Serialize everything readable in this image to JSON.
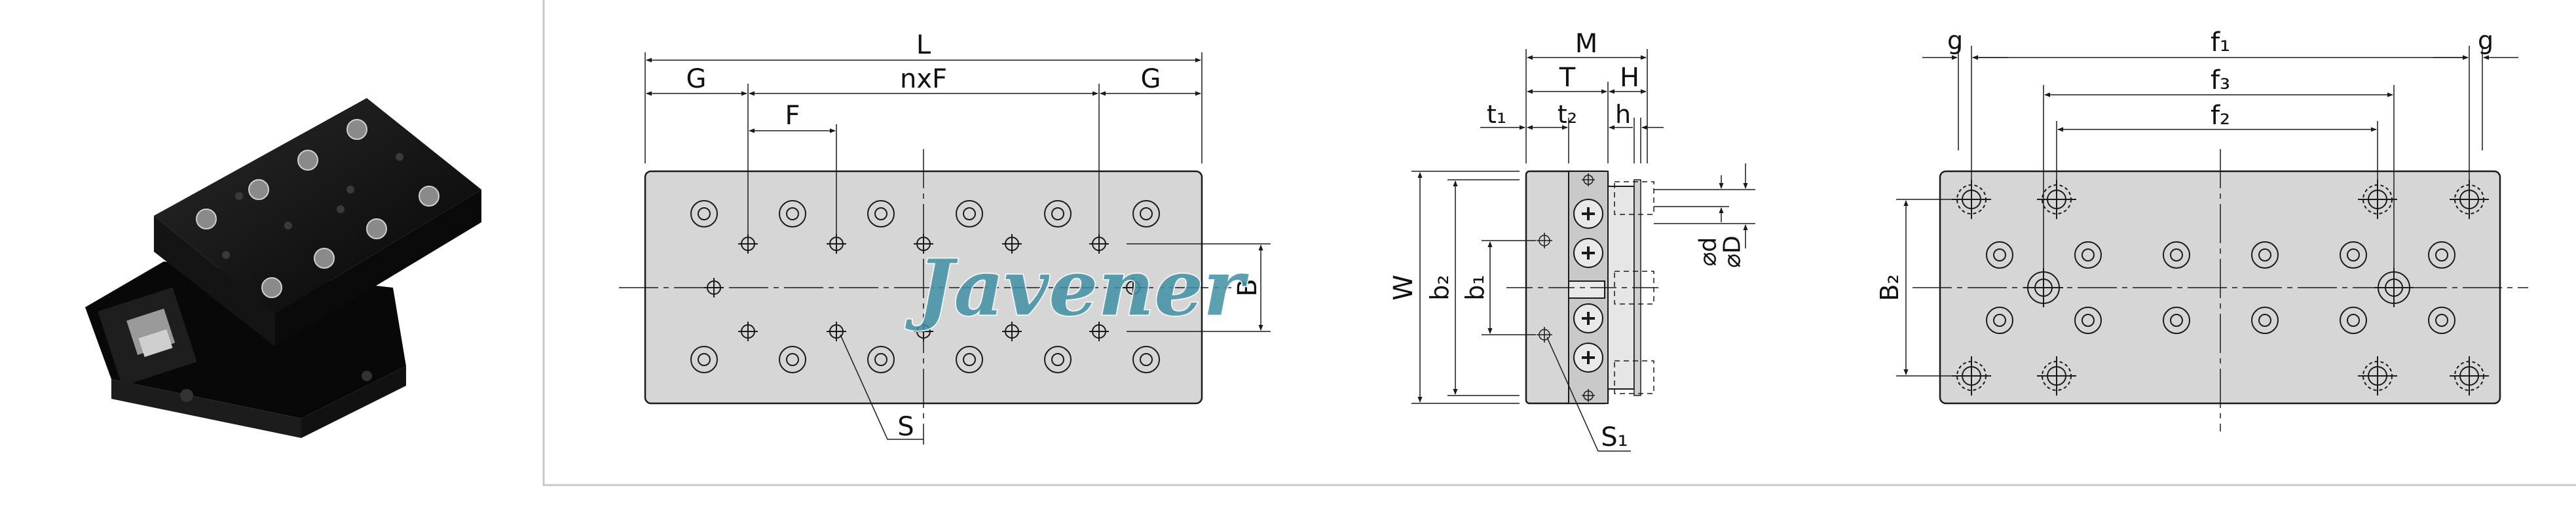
{
  "watermark": {
    "text": "Javener",
    "color": "#3f8fa3"
  },
  "colors": {
    "plate": "#d6d6d6",
    "line": "#1a1a1a",
    "frame": "#c8c8c8",
    "product": "#0c0c0c"
  },
  "top_view": {
    "labels": {
      "L": "L",
      "G_left": "G",
      "nxF": "nxF",
      "G_right": "G",
      "F": "F",
      "B": "B",
      "S": "S"
    }
  },
  "side_view": {
    "labels": {
      "M": "M",
      "T": "T",
      "H": "H",
      "t1": "t₁",
      "t2": "t₂",
      "h": "h",
      "W": "W",
      "b2": "b₂",
      "b1": "b₁",
      "d": "⌀d",
      "D": "⌀D",
      "S1": "S₁"
    }
  },
  "bottom_view": {
    "labels": {
      "g_left": "g",
      "f1": "f₁",
      "g_right": "g",
      "f3": "f₃",
      "f2": "f₂",
      "B2": "B₂"
    }
  }
}
